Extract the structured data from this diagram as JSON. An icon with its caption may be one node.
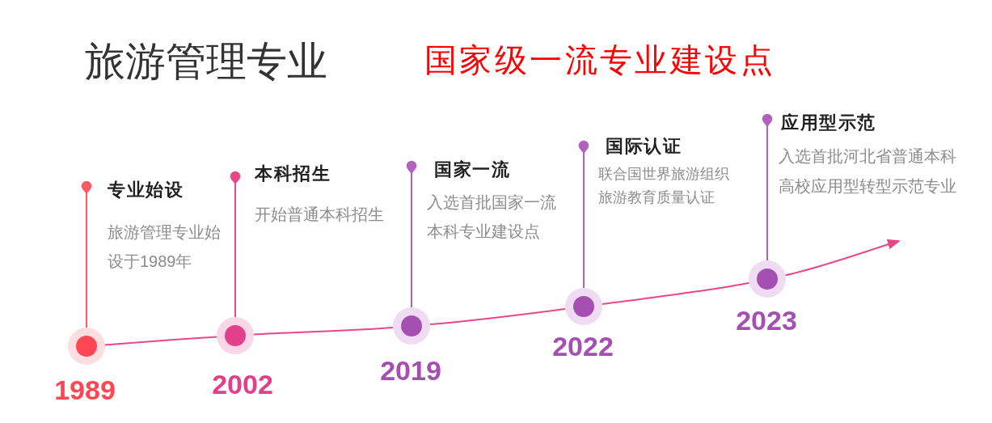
{
  "diagram": {
    "title": "旅游管理专业",
    "nodes": [
      {
        "text": [
          "专业始设",
          "旅游管理专业始设于1989年"
        ]
      },
      {
        "text": [],
        "shape": "circle",
        "beside": [
          "1989"
        ]
      },
      {
        "text": [
          "本科招生",
          "开始普通本科招生"
        ]
      },
      {
        "text": [],
        "shape": "circle",
        "beside": [
          "2002"
        ]
      },
      {
        "text": [
          "国家一流",
          "入选首批国家一流本科专业建设点"
        ]
      },
      {
        "text": [],
        "shape": "circle",
        "beside": [
          "2019"
        ]
      },
      {
        "text": [
          "国际认证",
          "联合国世界旅游组织旅游教育质量认证"
        ]
      },
      {
        "text": [],
        "shape": "circle",
        "beside": [
          "2022"
        ]
      },
      {
        "text": [
          "应用型示范",
          "入选首批河北省普通本科高校应用型转型示范专业"
        ]
      },
      {
        "text": [],
        "shape": "circle",
        "beside": [
          "2023"
        ]
      }
    ],
    "edges": [
      {
        "from": 1,
        "to": 3,
        "arrow": "none"
      },
      {
        "from": 3,
        "to": 5,
        "arrow": "none"
      },
      {
        "from": 5,
        "to": 7,
        "arrow": "none"
      },
      {
        "from": 7,
        "to": 9,
        "arrow": "none"
      },
      {
        "from": 9,
        "to": null,
        "arrow": "to"
      },
      {
        "from": 1,
        "to": 0,
        "arrow": "other",
        "color": "#ff5a63"
      },
      {
        "from": 3,
        "to": 2,
        "arrow": "other"
      },
      {
        "from": 5,
        "to": 4,
        "arrow": "other",
        "color": "#b162bc"
      },
      {
        "from": 7,
        "to": 6,
        "arrow": "other",
        "color": "#b162bc"
      },
      {
        "from": 9,
        "to": 8,
        "arrow": "other",
        "color": "#b162bc"
      }
    ],
    "labels": [
      "国家级一流专业建设点"
    ]
  }
}
